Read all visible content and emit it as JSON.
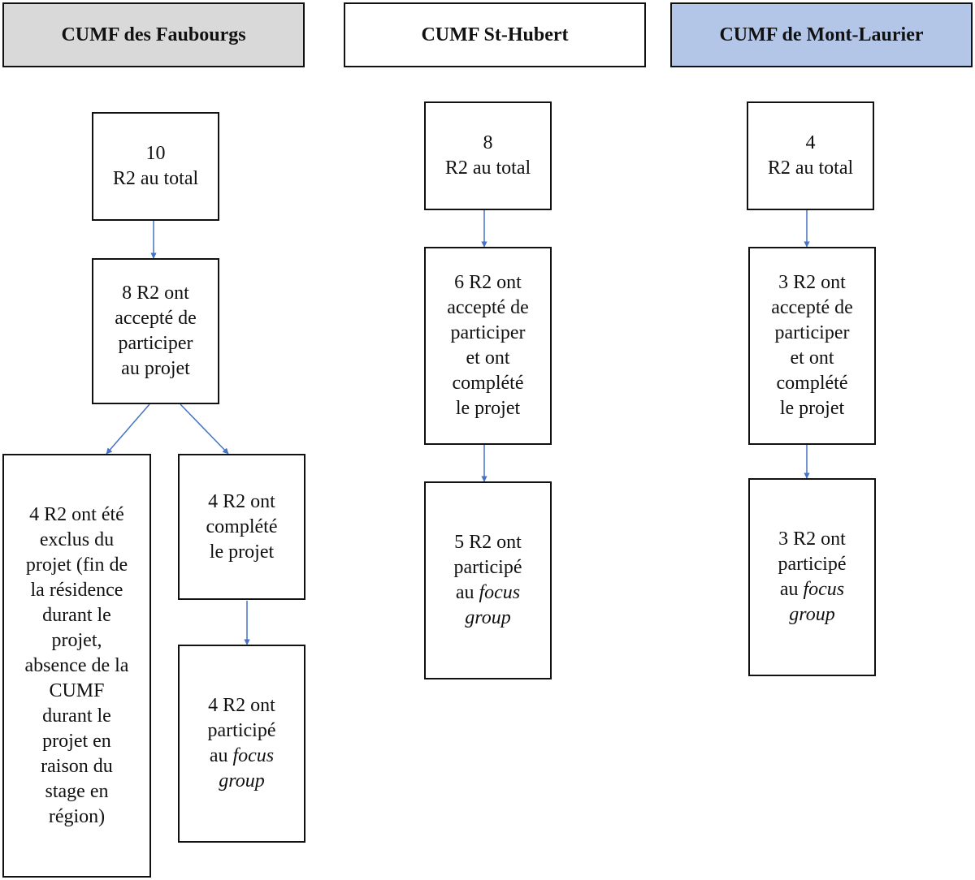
{
  "colors": {
    "arrow": "#4472c4",
    "header_faubourgs_bg": "#d9d9d9",
    "header_sthubert_bg": "#ffffff",
    "header_montlaurier_bg": "#b4c6e7",
    "border": "#111111"
  },
  "columns": {
    "faubourgs": {
      "header": "CUMF des Faubourgs",
      "total": {
        "count": "10",
        "label": "R2 au total"
      },
      "accepted": {
        "line1": "8 R2 ont",
        "line2": "accepté de",
        "line3": "participer",
        "line4": "au projet"
      },
      "excluded": {
        "line1": "4 R2 ont été",
        "line2": "exclus du",
        "line3": "projet (fin de",
        "line4": "la résidence",
        "line5": "durant le",
        "line6": "projet,",
        "line7": "absence de la",
        "line8": "CUMF",
        "line9": "durant le",
        "line10": "projet en",
        "line11": "raison du",
        "line12": "stage en",
        "line13": "région)"
      },
      "completed": {
        "line1": "4 R2 ont",
        "line2": "complété",
        "line3": "le projet"
      },
      "focus": {
        "line1": "4 R2 ont",
        "line2": "participé",
        "line3_prefix": "au ",
        "line3_em": "focus",
        "line4_em": "group"
      }
    },
    "sthubert": {
      "header": "CUMF St-Hubert",
      "total": {
        "count": "8",
        "label": "R2 au total"
      },
      "accepted": {
        "line1": "6 R2 ont",
        "line2": "accepté de",
        "line3": "participer",
        "line4": "et ont",
        "line5": "complété",
        "line6": "le projet"
      },
      "focus": {
        "line1": "5 R2 ont",
        "line2": "participé",
        "line3_prefix": "au ",
        "line3_em": "focus",
        "line4_em": "group"
      }
    },
    "montlaurier": {
      "header": "CUMF de Mont-Laurier",
      "total": {
        "count": "4",
        "label": "R2 au total"
      },
      "accepted": {
        "line1": "3 R2 ont",
        "line2": "accepté de",
        "line3": "participer",
        "line4": "et ont",
        "line5": "complété",
        "line6": "le projet"
      },
      "focus": {
        "line1": "3 R2 ont",
        "line2": "participé",
        "line3_prefix": "au ",
        "line3_em": "focus",
        "line4_em": "group"
      }
    }
  }
}
